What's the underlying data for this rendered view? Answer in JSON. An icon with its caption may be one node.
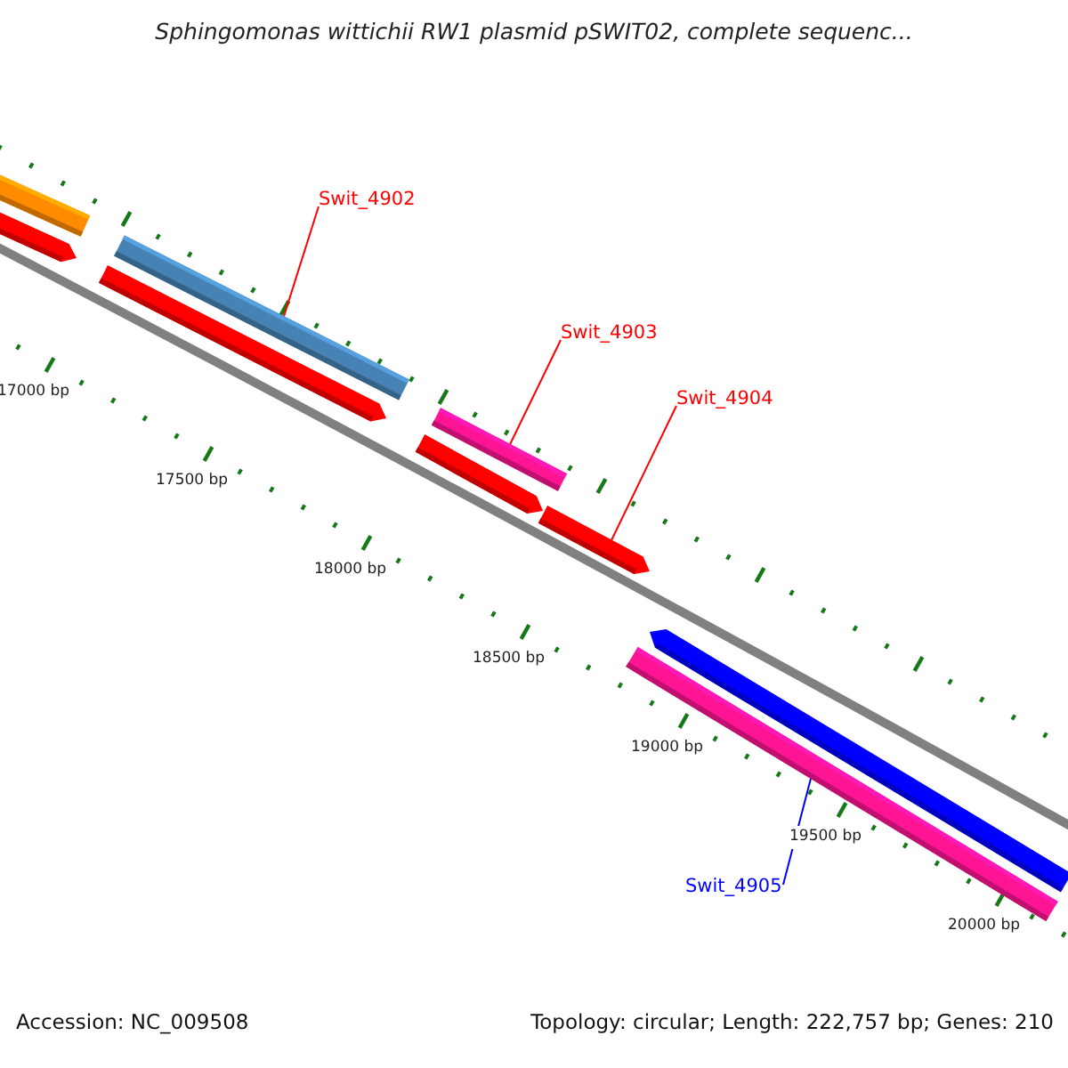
{
  "diagram": {
    "title": "Sphingomonas wittichii RW1 plasmid pSWIT02, complete sequenc...",
    "nodes": [
      {
        "text": [],
        "shape": "bar"
      },
      {
        "text": [],
        "shape": "bar"
      },
      {
        "text": [
          "Swit_4902"
        ]
      },
      {
        "text": [],
        "shape": "bar"
      },
      {
        "text": [],
        "shape": "bar"
      },
      {
        "text": [
          "Swit_4903"
        ]
      },
      {
        "text": [
          "Swit_4904"
        ]
      },
      {
        "text": [],
        "shape": "bar"
      },
      {
        "text": [],
        "shape": "bar"
      },
      {
        "text": [],
        "shape": "bar"
      },
      {
        "text": [],
        "shape": "bar"
      },
      {
        "text": [],
        "shape": "bar"
      },
      {
        "text": [
          "Swit_4905"
        ]
      }
    ],
    "edges": [
      {
        "from": 2,
        "to": 3,
        "arrow": "none"
      },
      {
        "from": 5,
        "to": 7,
        "arrow": "none"
      },
      {
        "from": 6,
        "to": 9,
        "arrow": "none"
      },
      {
        "from": 12,
        "to": 11,
        "arrow": "none",
        "color": "#0000ff"
      }
    ],
    "labels": [
      "17000 bp",
      "17500 bp",
      "18000 bp",
      "18500 bp",
      "19000 bp",
      "19500 bp",
      "20000 bp",
      "Accession: NC_009508",
      "Topology: circular; Length: 222,757 bp; Genes: 210"
    ]
  }
}
